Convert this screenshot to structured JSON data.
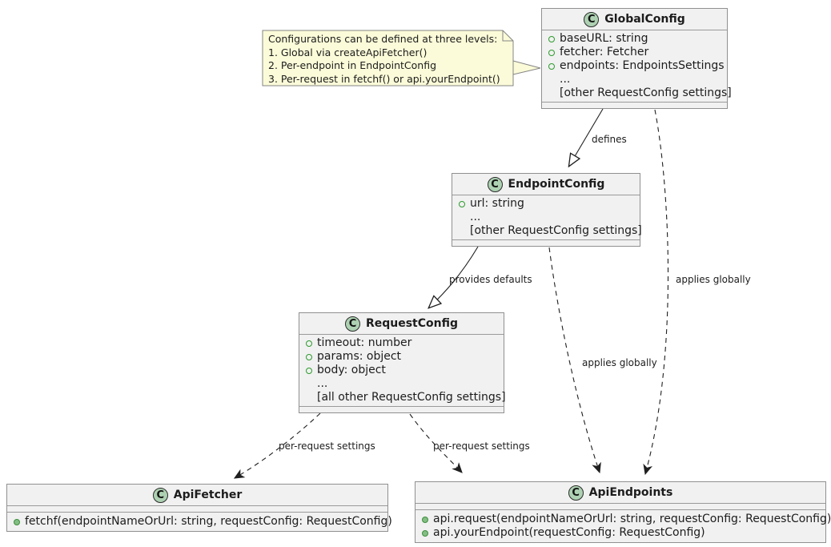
{
  "note": {
    "lines": [
      "Configurations can be defined at three levels:",
      "1. Global via createApiFetcher()",
      "2. Per-endpoint in EndpointConfig",
      "3. Per-request in fetchf() or api.yourEndpoint()"
    ]
  },
  "classes": {
    "global_config": {
      "badge": "C",
      "name": "GlobalConfig",
      "fields": [
        {
          "icon": "visibility-circle-open-icon",
          "text": "baseURL: string"
        },
        {
          "icon": "visibility-circle-open-icon",
          "text": "fetcher: Fetcher"
        },
        {
          "icon": "visibility-circle-open-icon",
          "text": "endpoints: EndpointsSettings"
        },
        {
          "icon": "none",
          "text": "..."
        },
        {
          "icon": "none",
          "text": "[other RequestConfig settings]"
        }
      ],
      "methods": []
    },
    "endpoint_config": {
      "badge": "C",
      "name": "EndpointConfig",
      "fields": [
        {
          "icon": "visibility-circle-open-icon",
          "text": "url: string"
        },
        {
          "icon": "none",
          "text": "..."
        },
        {
          "icon": "none",
          "text": "[other RequestConfig settings]"
        }
      ],
      "methods": []
    },
    "request_config": {
      "badge": "C",
      "name": "RequestConfig",
      "fields": [
        {
          "icon": "visibility-circle-open-icon",
          "text": "timeout: number"
        },
        {
          "icon": "visibility-circle-open-icon",
          "text": "params: object"
        },
        {
          "icon": "visibility-circle-open-icon",
          "text": "body: object"
        },
        {
          "icon": "none",
          "text": "..."
        },
        {
          "icon": "none",
          "text": "[all other RequestConfig settings]"
        }
      ],
      "methods": []
    },
    "api_fetcher": {
      "badge": "C",
      "name": "ApiFetcher",
      "fields": [],
      "methods": [
        {
          "icon": "visibility-circle-filled-icon",
          "text": "fetchf(endpointNameOrUrl: string, requestConfig: RequestConfig)"
        }
      ]
    },
    "api_endpoints": {
      "badge": "C",
      "name": "ApiEndpoints",
      "fields": [],
      "methods": [
        {
          "icon": "visibility-circle-filled-icon",
          "text": "api.request(endpointNameOrUrl: string, requestConfig: RequestConfig)"
        },
        {
          "icon": "visibility-circle-filled-icon",
          "text": "api.yourEndpoint(requestConfig: RequestConfig)"
        }
      ]
    }
  },
  "edge_labels": {
    "defines": "defines",
    "provides_defaults": "provides defaults",
    "applies_globally_global": "applies globally",
    "applies_globally_endpoint": "applies globally",
    "per_request_fetcher": "per-request settings",
    "per_request_endpoints": "per-request settings"
  },
  "colors": {
    "class_fill": "#F1F1F1",
    "class_border": "#909090",
    "separator": "#9A9A9A",
    "circle_fill": "#ADD1B2",
    "circle_border": "#2B2B2B",
    "note_fill": "#FBFBD9",
    "note_border": "#858585",
    "bullet_outline": "#2E9B2E",
    "method_bullet": "#84BE84",
    "method_bullet_border": "#3D8F3D",
    "arrow": "#1F1F1F",
    "text": "#1C1C1C"
  }
}
